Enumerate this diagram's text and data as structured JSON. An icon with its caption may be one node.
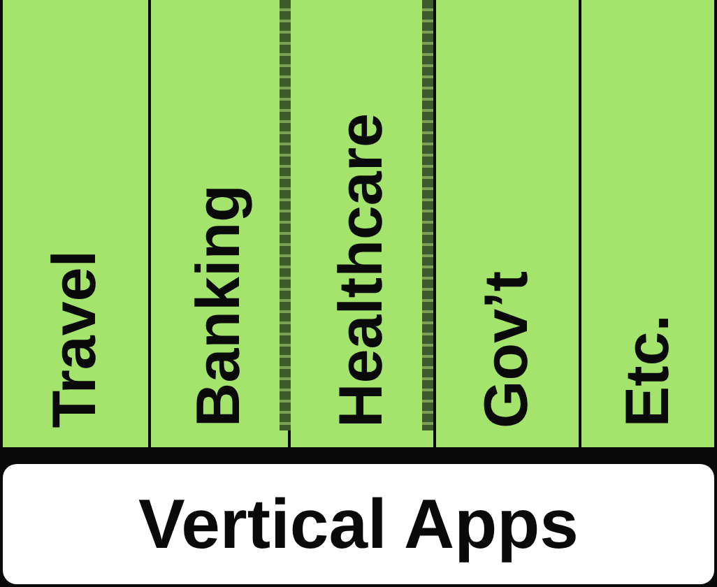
{
  "diagram": {
    "nodes": [
      {
        "text": [
          "Travel"
        ]
      },
      {
        "text": [
          "Banking"
        ]
      },
      {
        "text": [
          "Healthcare"
        ]
      },
      {
        "text": [
          "Gov’t"
        ]
      },
      {
        "text": [
          "Etc."
        ]
      },
      {
        "text": [
          "Vertical Apps"
        ]
      }
    ]
  }
}
